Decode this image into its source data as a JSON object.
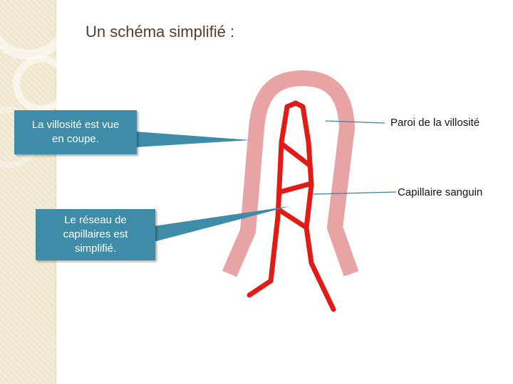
{
  "title": "Un schéma simplifié :",
  "callouts": {
    "section_note": "La villosité est vue\nen coupe.",
    "network_note": "Le réseau de\ncapillaires est\nsimplifié."
  },
  "labels": {
    "wall": "Paroi de la villosité",
    "capillary": "Capillaire sanguin"
  },
  "colors": {
    "callout_bg": "#3e8ca8",
    "wall": "#e8a3a5",
    "capillary": "#e31b17",
    "title": "#5b3a29"
  }
}
